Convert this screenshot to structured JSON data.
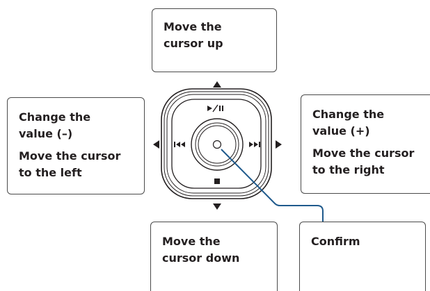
{
  "callouts": {
    "up": {
      "line1": "Move the",
      "line2": "cursor up"
    },
    "left": {
      "line1": "Change the",
      "line2": "value (–)",
      "line3": "Move the cursor",
      "line4": "to the left"
    },
    "right": {
      "line1": "Change the",
      "line2": "value (+)",
      "line3": "Move the cursor",
      "line4": "to the right"
    },
    "down": {
      "line1": "Move the",
      "line2": "cursor down"
    },
    "confirm": {
      "line1": "Confirm"
    }
  },
  "controller": {
    "top_symbol": "▶/II",
    "left_symbol": "I◀◀",
    "right_symbol": "▶▶I",
    "bottom_symbol": "■",
    "leader_color": "#1f5a8c",
    "icons": {
      "play-pause": "play-pause-icon",
      "previous": "previous-track-icon",
      "next": "next-track-icon",
      "stop": "stop-icon",
      "arrows": [
        "arrow-up-icon",
        "arrow-down-icon",
        "arrow-left-icon",
        "arrow-right-icon"
      ]
    }
  }
}
